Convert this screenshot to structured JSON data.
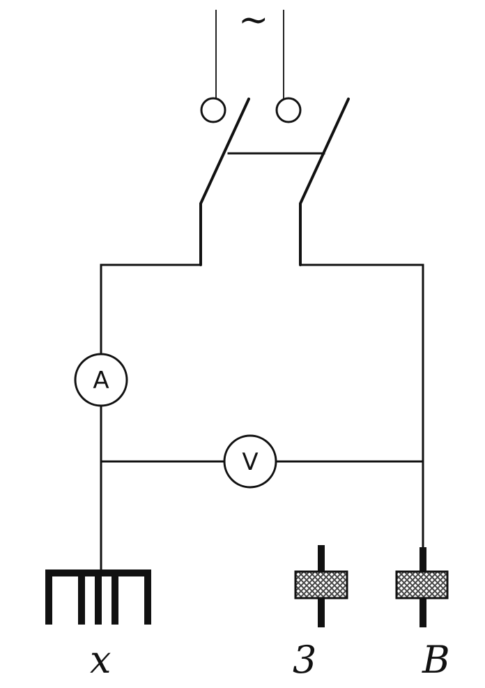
{
  "supply": {
    "symbol": "~"
  },
  "ammeter": {
    "label": "A"
  },
  "voltmeter": {
    "label": "V"
  },
  "electrodes": {
    "left": {
      "label": "x"
    },
    "middle": {
      "label": "3"
    },
    "right": {
      "label": "B"
    }
  },
  "colors": {
    "ink": "#111111",
    "background": "#ffffff",
    "hatch": "#444444"
  }
}
